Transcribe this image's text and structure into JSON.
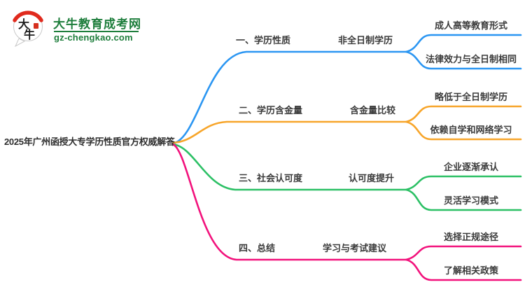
{
  "logo": {
    "icon_char1": "大",
    "icon_char2": "牛",
    "site_name": "大牛教育成考网",
    "site_url": "gz-chengkao.com",
    "green": "#1e7e3c",
    "red": "#e02a1d"
  },
  "central": {
    "title": "2025年广州函授大专学历性质官方权威解答"
  },
  "branches": [
    {
      "label": "一、学历性质",
      "topic": "非全日制学历",
      "color": "#2b96f2",
      "children": [
        {
          "label": "成人高等教育形式"
        },
        {
          "label": "法律效力与全日制相同"
        }
      ]
    },
    {
      "label": "二、学历含金量",
      "topic": "含金量比较",
      "color": "#f7a52a",
      "children": [
        {
          "label": "略低于全日制学历"
        },
        {
          "label": "依赖自学和网络学习"
        }
      ]
    },
    {
      "label": "三、社会认可度",
      "topic": "认可度提升",
      "color": "#2cc065",
      "children": [
        {
          "label": "企业逐渐承认"
        },
        {
          "label": "灵活学习模式"
        }
      ]
    },
    {
      "label": "四、总结",
      "topic": "学习与考试建议",
      "color": "#f2127c",
      "children": [
        {
          "label": "选择正规途径"
        },
        {
          "label": "了解相关政策"
        }
      ]
    }
  ]
}
